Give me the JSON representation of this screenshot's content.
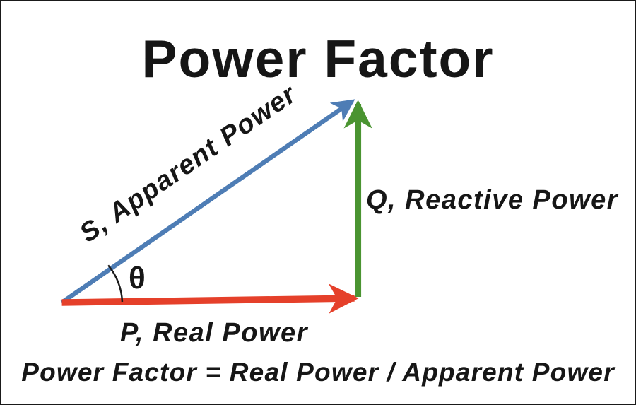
{
  "title": "Power Factor",
  "diagram": {
    "angle_symbol": "θ",
    "vectors": [
      {
        "symbol": "S",
        "name": "Apparent Power",
        "label": "S, Apparent Power",
        "color": "#4E7DB5",
        "direction": "diagonal-up-right"
      },
      {
        "symbol": "Q",
        "name": "Reactive Power",
        "label": "Q, Reactive Power",
        "color": "#4A9431",
        "direction": "vertical-up"
      },
      {
        "symbol": "P",
        "name": "Real Power",
        "label": "P, Real Power",
        "color": "#E5402A",
        "direction": "horizontal-right"
      }
    ]
  },
  "formula": "Power Factor = Real Power / Apparent Power"
}
